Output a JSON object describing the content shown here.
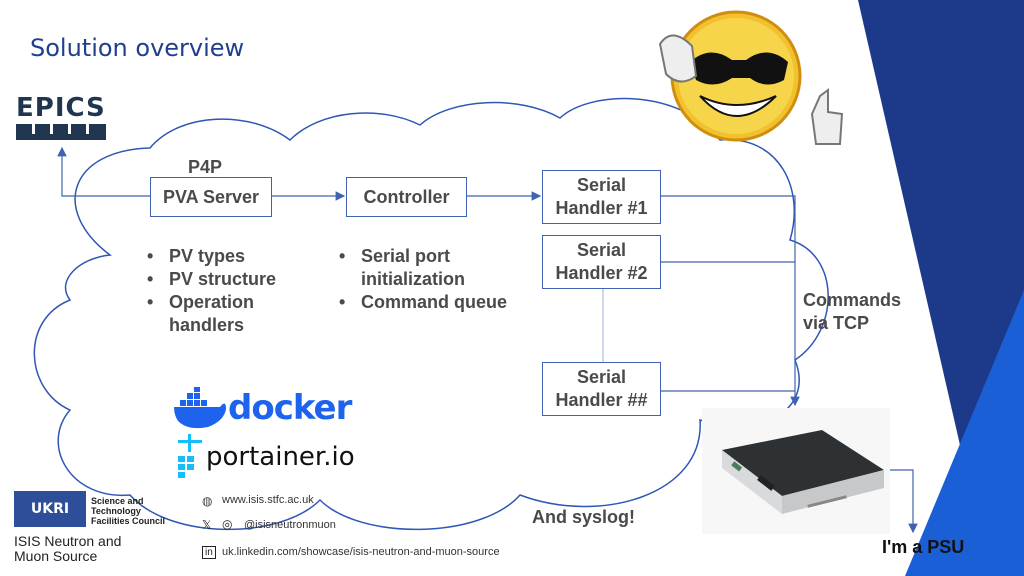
{
  "title": "Solution overview",
  "epics_logo": "EPICS",
  "p4p_label": "P4P",
  "boxes": {
    "pva_server": "PVA Server",
    "controller": "Controller",
    "serial1": [
      "Serial",
      "Handler #1"
    ],
    "serial2": [
      "Serial",
      "Handler #2"
    ],
    "serialn": [
      "Serial",
      "Handler ##"
    ]
  },
  "pva_bullets": [
    "PV types",
    "PV structure",
    "Operation handlers"
  ],
  "controller_bullets": [
    "Serial port initialization",
    "Command queue"
  ],
  "commands_label": [
    "Commands",
    "via TCP"
  ],
  "syslog_label": "And syslog!",
  "psu_label": "I'm a PSU",
  "docker_label": "docker",
  "portainer_label": "portainer.io",
  "footer": {
    "org_logo": "UKRI",
    "org_lines": [
      "Science and",
      "Technology",
      "Facilities Council"
    ],
    "isis_lines": [
      "ISIS Neutron and",
      "Muon Source"
    ],
    "website": "www.isis.stfc.ac.uk",
    "handle": "@isisneutronmuon",
    "linkedin": "uk.linkedin.com/showcase/isis-neutron-and-muon-source"
  },
  "colors": {
    "title": "#1f3f8f",
    "accent_dark": "#1d3a8a",
    "accent_bright": "#1a5fd6",
    "box_border": "#3f63b0",
    "docker": "#1d63ed"
  }
}
